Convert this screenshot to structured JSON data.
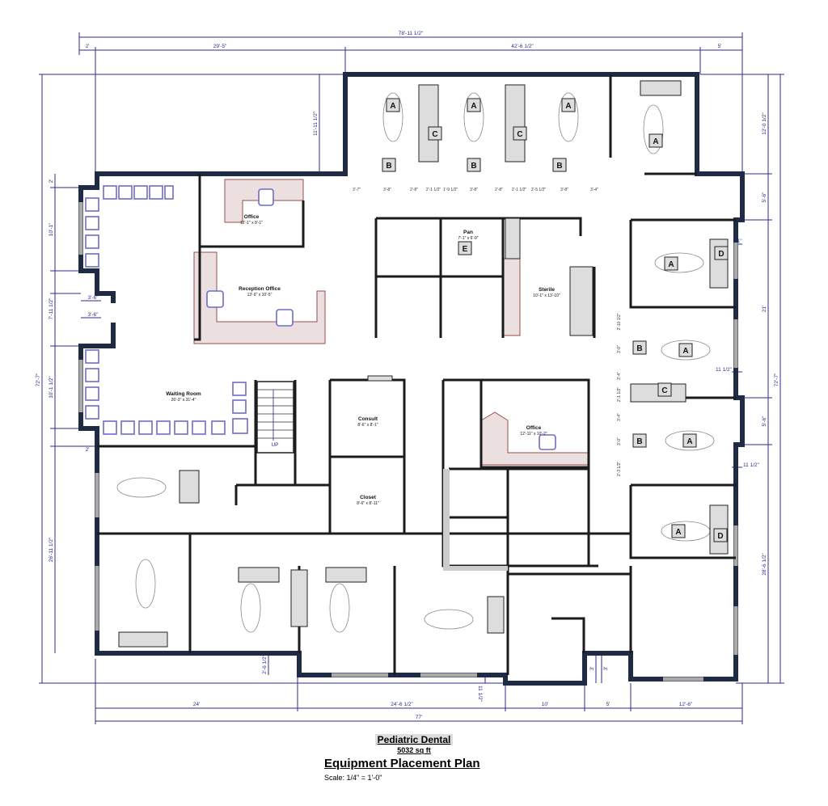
{
  "title_block": {
    "project": "Pediatric Dental",
    "area": "5032 sq ft",
    "plan_title": "Equipment Placement Plan",
    "scale": "Scale: 1/4\" = 1'-0\""
  },
  "rooms": {
    "office_1": {
      "name": "Office",
      "size": "12'-1\" x 8'-1\""
    },
    "reception": {
      "name": "Reception Office",
      "size": "13'-9\" x 10'-5\""
    },
    "waiting": {
      "name": "Waiting Room",
      "size": "26'-3\" x 31'-4\""
    },
    "pan": {
      "name": "Pan",
      "size": "7'-1\" x 6'-9\""
    },
    "sterile": {
      "name": "Sterile",
      "size": "10'-1\" x 13'-10\""
    },
    "consult": {
      "name": "Consult",
      "size": "8'-6\" x 8'-1\""
    },
    "closet": {
      "name": "Closet",
      "size": "8'-6\" x 8'-11\""
    },
    "office_2": {
      "name": "Office",
      "size": "12'-11\" x 10'-2\""
    },
    "stair_label": "UP"
  },
  "dimensions": {
    "top": {
      "overall": "78'-11 1/2\"",
      "seg1": "2'",
      "seg2": "29'-5\"",
      "seg3": "42'-6 1/2\"",
      "seg4": "5'"
    },
    "bottom": {
      "overall": "77'",
      "seg1": "24'",
      "seg2": "24'-6 1/2\"",
      "seg3": "10'",
      "seg4": "5'",
      "seg5": "12'-6\""
    },
    "left": {
      "overall": "72'-7\"",
      "notch": "11'-11 1/2\"",
      "seg1": "2'",
      "seg2": "10'-1\"",
      "seg3": "7'-11 1/2\"",
      "seg4": "10'-1 1/2\"",
      "seg5": "2'",
      "seg6": "26'-11 1/2\"",
      "door1": "3'-6\"",
      "door2": "3'-6\""
    },
    "right": {
      "overall": "72'-7\"",
      "seg1": "12'-0 1/2\"",
      "seg2": "5'-6\"",
      "seg3": "21'",
      "seg4": "5'-6\"",
      "seg5": "28'-6 1/2\"",
      "wall1": "11\"",
      "wall2": "11 1/2\"",
      "wall3": "11 1/2\""
    },
    "misc": {
      "bay_depth": "2'-6 1/2\"",
      "wall_bottom": "11 1/2\"",
      "step1": "3'",
      "step2": "3'"
    },
    "operatory_row": [
      "3'-7\"",
      "3'-8\"",
      "2'-8\"",
      "2'-1 1/2\"",
      "1'-9 1/2\"",
      "3'-8\"",
      "2'-8\"",
      "2'-1 1/2\"",
      "2'-5 1/2\"",
      "3'-8\"",
      "3'-4\""
    ],
    "operatory_column": [
      "2'-10 1/2\"",
      "3'-0\"",
      "3'-4\"",
      "2'-1 1/2\"",
      "3'-4\"",
      "3'-0\"",
      "2'-3 1/2\""
    ]
  },
  "equipment_tags": {
    "a": "A",
    "b": "B",
    "c": "C",
    "d": "D",
    "e": "E"
  },
  "colors": {
    "wall": "#1f2a44",
    "dimension": "#2c2c8c",
    "furniture": "#6d6dc8",
    "office_shade": "#ecdfdf"
  }
}
